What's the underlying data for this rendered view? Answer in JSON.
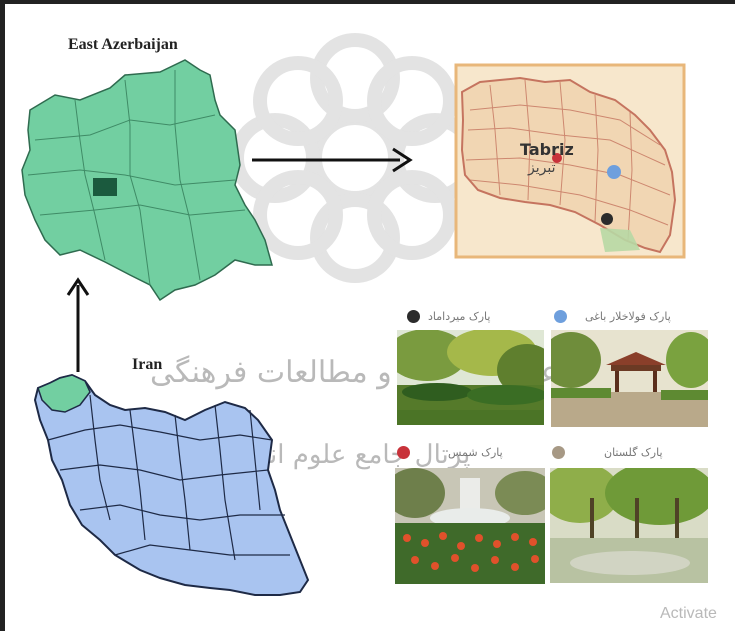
{
  "titles": {
    "province": "East Azerbaijan",
    "country": "Iran",
    "city_en": "Tabriz",
    "city_fa": "تبریز"
  },
  "parks": [
    {
      "name": "پارک میرداماد",
      "color": "#2b2b2b"
    },
    {
      "name": "پارک فولاخلار باغی",
      "color": "#6e9fdd"
    },
    {
      "name": "پارک شمس",
      "color": "#c8323a"
    },
    {
      "name": "پارک گلستان",
      "color": "#a79985"
    }
  ],
  "watermark": {
    "line1": "پژوهشگاه علوم انسانی و مطالعات فرهنگی",
    "line2": "پرتال جامع علوم انسانی"
  },
  "overlay": {
    "activate": "Activate"
  },
  "colors": {
    "province_fill": "#72cfa1",
    "country_fill": "#a9c4f0",
    "city_map_bg": "#f7e7cc",
    "city_map_border": "#e8b77a",
    "city_roads": "#c5745f"
  }
}
